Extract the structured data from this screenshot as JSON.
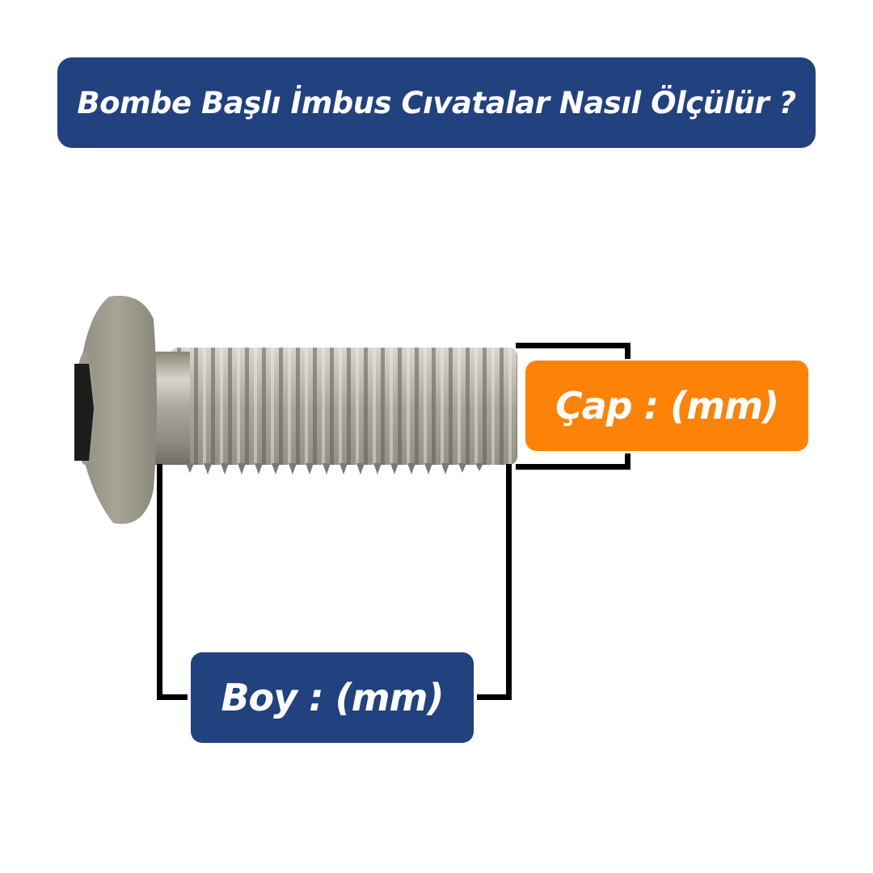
{
  "title": "Bombe Başlı İmbus Cıvatalar Nasıl Ölçülür ?",
  "labels": {
    "diameter": "Çap : (mm)",
    "length": "Boy : (mm)"
  },
  "image": {
    "subject": "button-head-hex-socket-bolt"
  },
  "colors": {
    "navy": "#21417f",
    "orange": "#fd8308",
    "bracket": "#000000",
    "background": "#ffffff"
  }
}
